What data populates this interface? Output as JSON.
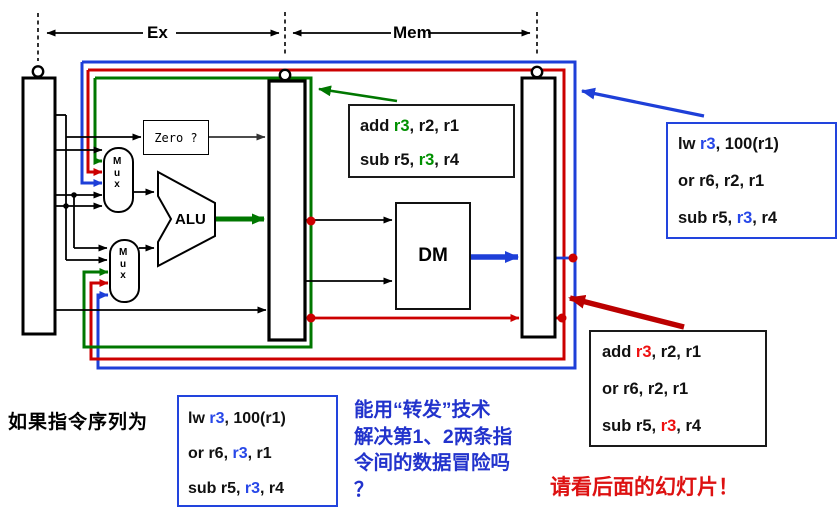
{
  "colors": {
    "ink": "#111111",
    "green": "#009000",
    "red": "#ee1111",
    "blue": "#2747e8"
  },
  "palette": {
    "line_green": "#007700",
    "line_red": "#cc0000",
    "line_blue": "#1e3fd8",
    "annotation_dark_red": "#bb0000",
    "box_border_blue": "#2244dd",
    "question_text_blue": "#2233cc",
    "reminder_text_red": "#dd1111"
  },
  "stage_labels": {
    "ex": "Ex",
    "mem": "Mem"
  },
  "components": {
    "zero_box": "Zero ?",
    "mux": "Mux",
    "alu": "ALU",
    "dm": "DM"
  },
  "instruction_boxes": {
    "exmem_green": {
      "lines": [
        [
          {
            "t": "add "
          },
          {
            "t": "r3",
            "c": "green"
          },
          {
            "t": ", r2, r1"
          }
        ],
        [
          {
            "t": "sub r5, "
          },
          {
            "t": "r3",
            "c": "green"
          },
          {
            "t": ", r4"
          }
        ]
      ]
    },
    "lw_right_blue": {
      "lines": [
        [
          {
            "t": "lw "
          },
          {
            "t": "r3",
            "c": "blue"
          },
          {
            "t": ", 100(r1)"
          }
        ],
        [
          {
            "t": "or r6, r2, r1"
          }
        ],
        [
          {
            "t": "sub r5, "
          },
          {
            "t": "r3",
            "c": "blue"
          },
          {
            "t": ", r4"
          }
        ]
      ]
    },
    "memwb_red": {
      "lines": [
        [
          {
            "t": "add "
          },
          {
            "t": "r3",
            "c": "red"
          },
          {
            "t": ", r2, r1"
          }
        ],
        [
          {
            "t": "or r6, r2, r1"
          }
        ],
        [
          {
            "t": "sub r5, "
          },
          {
            "t": "r3",
            "c": "red"
          },
          {
            "t": ", r4"
          }
        ]
      ]
    },
    "lw_bottom_blue": {
      "lines": [
        [
          {
            "t": "lw "
          },
          {
            "t": "r3",
            "c": "blue"
          },
          {
            "t": ", 100(r1)"
          }
        ],
        [
          {
            "t": "or r6, "
          },
          {
            "t": "r3",
            "c": "blue"
          },
          {
            "t": ", r1"
          }
        ],
        [
          {
            "t": "sub r5, "
          },
          {
            "t": "r3",
            "c": "blue"
          },
          {
            "t": ", r4"
          }
        ]
      ]
    }
  },
  "captions": {
    "intro": "如果指令序列为",
    "question_lines": [
      "能用“转发”技术",
      "解决第1、2两条指",
      "令间的数据冒险吗",
      "？"
    ],
    "reminder": "请看后面的幻灯片！"
  }
}
